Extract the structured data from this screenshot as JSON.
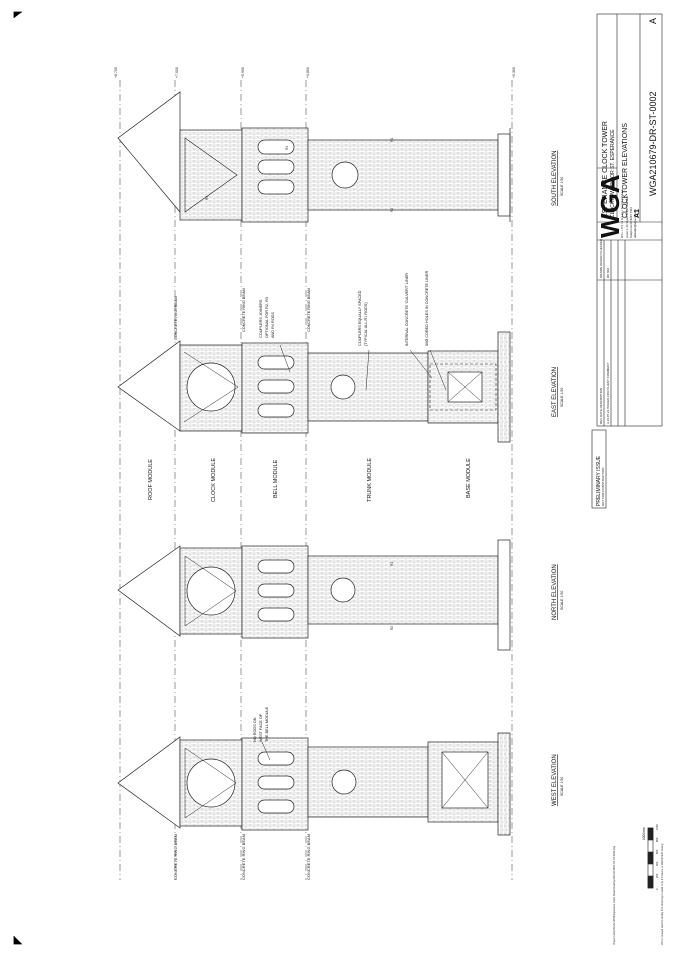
{
  "module_labels": {
    "roof": "ROOF MODULE",
    "clock": "CLOCK MODULE",
    "bell": "BELL MODULE",
    "trunk": "TRUNK MODULE",
    "base": "BASE MODULE"
  },
  "elevations": {
    "south": {
      "title": "SOUTH ELEVATION",
      "scale": "SCALE 1:50"
    },
    "east": {
      "title": "EAST ELEVATION",
      "scale": "SCALE 1:50"
    },
    "north": {
      "title": "NORTH ELEVATION",
      "scale": "SCALE 1:50"
    },
    "west": {
      "title": "WEST ELEVATION",
      "scale": "SCALE 1:50"
    }
  },
  "beam_labels": {
    "ring_beam_1": "CONCRETE RING BEAM",
    "ring_beam_2": "CONCRETE RING BEAM",
    "ring_beam_3": "CONCRETE RING BEAM"
  },
  "notes": {
    "couplers_1": "COUPLERS JOINERS",
    "couplers_2": "OPTIONAL FOR R2, R3",
    "couplers_3": "AND R4 RODS",
    "couplers_spaced_1": "COUPLERS EQUALLY SPACED",
    "couplers_spaced_2": "(TYPICAL ALL R1 RODS)",
    "internal_liner": "INTERNAL CONCRETE 'CULVERT' LINER",
    "cored_holes": "50Ø CORED HOLES IN CONCRETE LINER",
    "no_rods_1": "NO RODS ON",
    "no_rods_2": "WEST FACE OF",
    "no_rods_3": "THE BELL MODULE"
  },
  "rod_tags": [
    "R1",
    "R2",
    "R3",
    "R4",
    "R5"
  ],
  "level_marks": [
    "+8.700",
    "+7.000",
    "+5.900",
    "+4.800",
    "+0.300"
  ],
  "title_block": {
    "project_line1": "ESPERANCE CLOCK TOWER",
    "project_line2": "CLOCKTOWER FOR ST. ESPERANCE",
    "drawing_title": "CLOCKTOWER ELEVATIONS",
    "sheet_size": "A1",
    "drawing_number": "WGA210679-DR-ST-0002",
    "revision": "A",
    "firm": "WGA",
    "firm_sub": "W A L L B R I D G E   G I L B E R T   A Z T E C",
    "address_1": "Level 1, 60 Wyatt Street, Adelaide",
    "address_2": "Telephone 08 8223 7433",
    "address_3": "adelaide@wga.com.au",
    "rev_header": "REV   DATE   DESCRIPTION",
    "rev_row": "A   16.07.22   ISSUED FOR CLIENT COMMENT",
    "drawn_label": "DRAWN  DESIGN  CHECKED",
    "drawn_row": "RC   NM",
    "prelim_line1": "PRELIMINARY ISSUE",
    "prelim_line2": "NOT FOR CONSTRUCTION"
  },
  "scale_bar": {
    "label": "1000mm",
    "ticks": [
      "0",
      "200",
      "400",
      "600",
      "800",
      "1000"
    ]
  },
  "footer_note": "When issued electronically this drawing is valid only if it bears a 'VERIFIED' stamp",
  "file_path": "Project Folder\\WGA210679\\Esperance Clock Tower\\Drawings\\WGA210679-DR-ST-0002.dwg"
}
